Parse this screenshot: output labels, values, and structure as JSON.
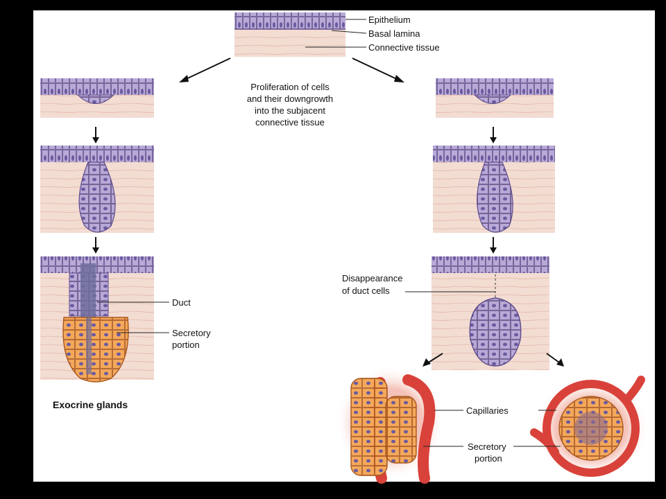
{
  "labels": {
    "epithelium": "Epithelium",
    "basal_lamina": "Basal lamina",
    "connective_tissue": "Connective tissue",
    "proliferation": [
      "Proliferation of cells",
      "and their downgrowth",
      "into the subjacent",
      "connective tissue"
    ],
    "duct": "Duct",
    "secretory_left": [
      "Secretory",
      "portion"
    ],
    "disappearance": [
      "Disappearance",
      "of duct cells"
    ],
    "capillaries": "Capillaries",
    "secretory_right": [
      "Secretory",
      "portion"
    ],
    "exocrine_glands": "Exocrine glands"
  },
  "colors": {
    "epithelium_cell": "#b8a9d6",
    "epithelium_outline": "#5d4b8a",
    "nucleus": "#6a5aa0",
    "connective": "#f3dcd2",
    "connective_line": "#e2b9aa",
    "secretory_cell": "#f4a85a",
    "secretory_outline": "#a8561c",
    "capillary": "#d9423a",
    "capillary_dark": "#9e2620"
  }
}
